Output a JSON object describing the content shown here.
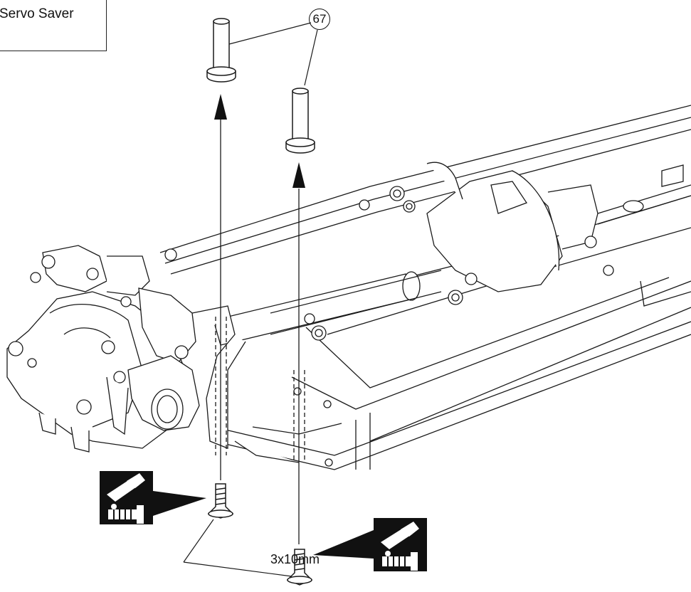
{
  "title": "Servo Saver",
  "callout": {
    "number": "67"
  },
  "screw_label": "3x10mm",
  "icons": [
    "threadlock-icon",
    "threadlock-icon"
  ],
  "colors": {
    "line": "#1a1a1a",
    "fill": "#ffffff",
    "icon_bg": "#111111"
  }
}
